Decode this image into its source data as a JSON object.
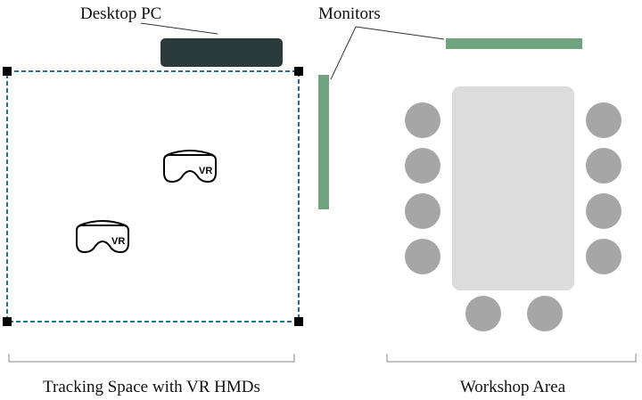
{
  "labels": {
    "desktop_pc": "Desktop PC",
    "monitors": "Monitors",
    "tracking_space": "Tracking Space with VR HMDs",
    "workshop_area": "Workshop Area",
    "hmd_text": "VR"
  },
  "colors": {
    "desktop_pc": "#2b3b3b",
    "monitor": "#6fa47f",
    "tracking_border": "#2a6f8f",
    "table": "#dcdcdc",
    "chair": "#a6a6a6",
    "corner": "#000000",
    "bracket": "#888888"
  },
  "icons": [
    "vr-headset-icon",
    "vr-headset-icon"
  ]
}
